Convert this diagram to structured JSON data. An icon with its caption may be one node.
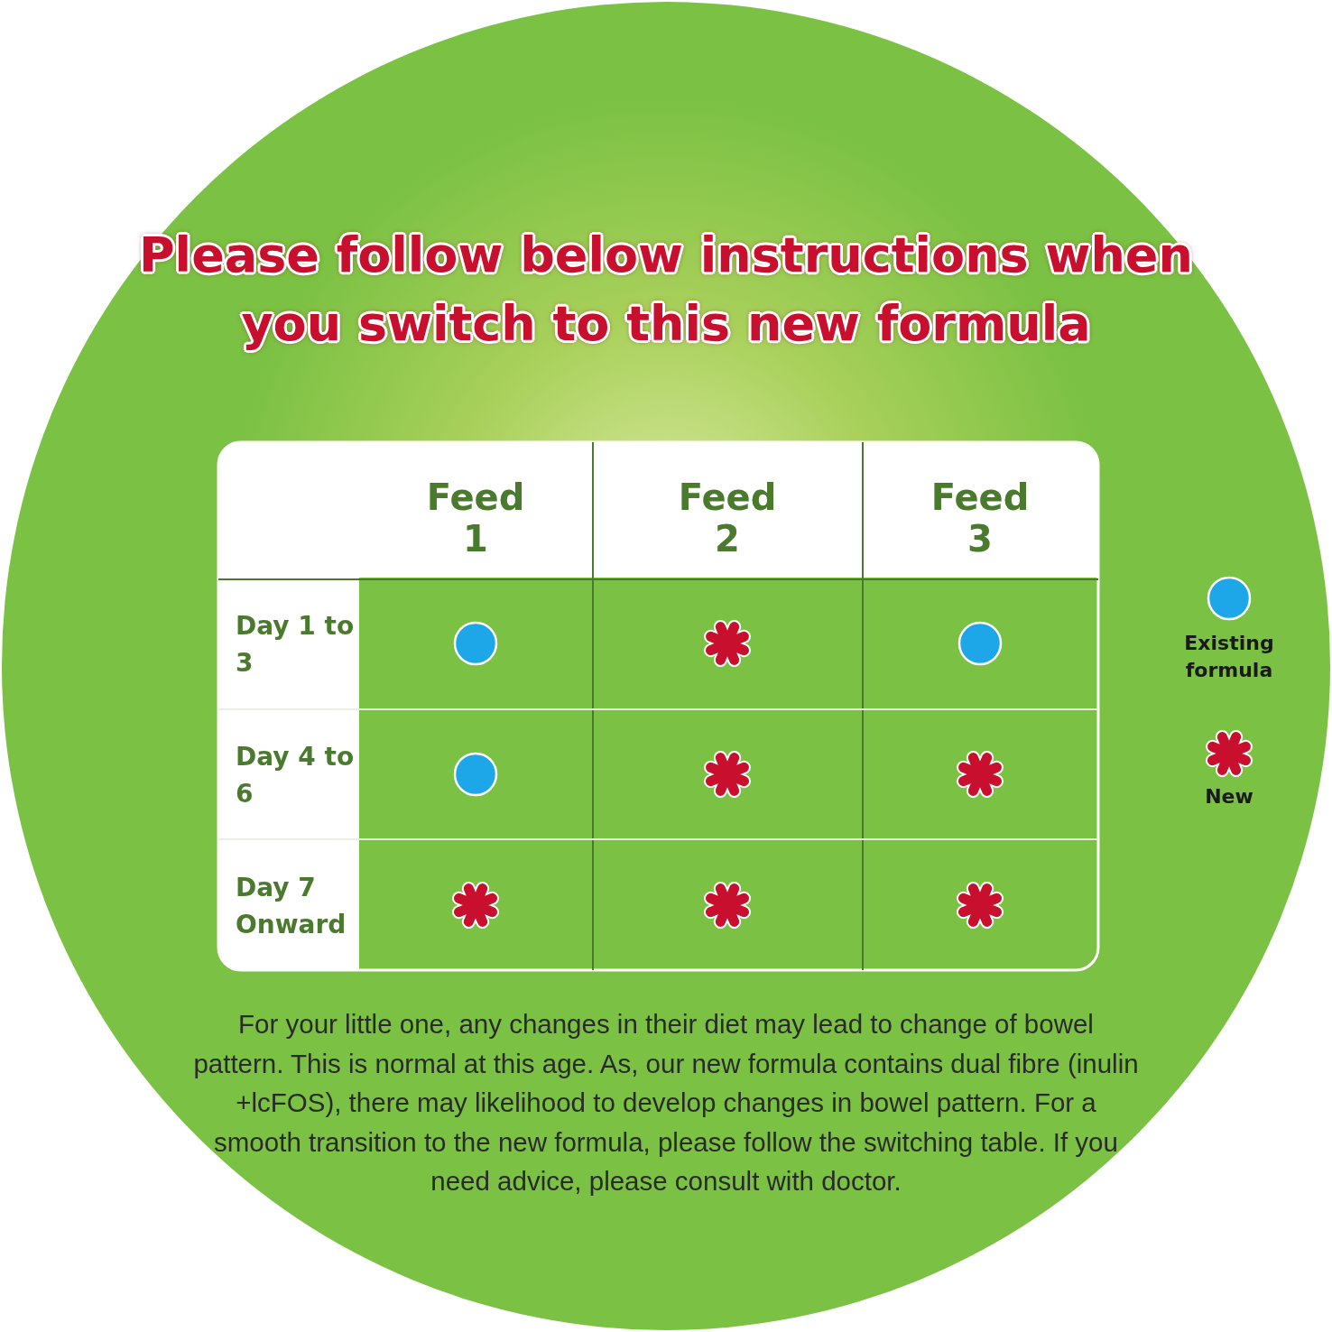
{
  "diagram": {
    "title": "Please follow below instructions when you switch to this new formula",
    "caption": "For your little one, any changes in their diet may lead to change of bowel pattern. This is normal at this age. As, our new formula contains dual fibre (inulin +lcFOS), there may likelihood to develop changes in bowel pattern. For a smooth transition to the new formula, please follow the switching table. If you need advice, please consult with doctor.",
    "nodes": [
      {
        "text": [],
        "shape": "circle"
      },
      {
        "text": [],
        "shape": "asterisk"
      },
      {
        "text": [],
        "shape": "circle"
      },
      {
        "text": [],
        "shape": "circle"
      },
      {
        "text": [],
        "shape": "asterisk"
      },
      {
        "text": [],
        "shape": "asterisk"
      },
      {
        "text": [],
        "shape": "asterisk"
      },
      {
        "text": [],
        "shape": "asterisk"
      },
      {
        "text": [],
        "shape": "asterisk"
      }
    ],
    "labels": [
      "Feed 1",
      "Feed 2",
      "Feed 3",
      "Day 1 to 3",
      "Day 4 to 6",
      "Day 7 Onward"
    ],
    "legend": [
      {
        "text": "Existing formula"
      },
      {
        "text": "New"
      }
    ]
  }
}
